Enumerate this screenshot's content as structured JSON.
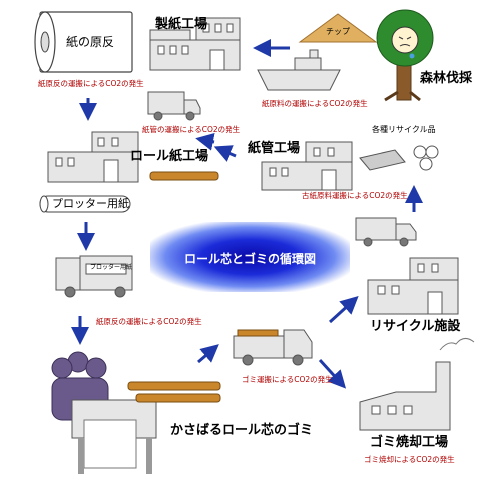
{
  "labels": {
    "paper_roll": "紙の原反",
    "paper_mill": "製紙工場",
    "forest": "森林伐採",
    "chip": "チップ",
    "co2_raw_roll": "紙原反の運搬によるCO2の発生",
    "co2_raw_material": "紙原料の運搬によるCO2の発生",
    "co2_pipe": "紙管の運搬によるCO2の発生",
    "roll_paper_factory": "ロール紙工場",
    "pipe_factory": "紙管工場",
    "recycled_goods": "各種リサイクル品",
    "co2_waste_paper": "古紙原料運搬によるCO2の発生",
    "plotter_paper": "プロッター用紙",
    "truck_plotter_sign": "プロッター用紙",
    "center_title": "ロール芯とゴミの循環図",
    "recycle_facility": "リサイクル施設",
    "co2_raw_roll_2": "紙原反の運搬によるCO2の発生",
    "bulky_core_trash": "かさばるロール芯のゴミ",
    "co2_garbage": "ゴミ運搬によるCO2の発生",
    "incineration_plant": "ゴミ焼却工場",
    "co2_incineration": "ゴミ焼却によるCO2の発生"
  },
  "colors": {
    "arrow": "#1f3aa8",
    "co2_text": "#b00000",
    "building_fill": "#e6e6e6",
    "tree_green": "#2e8b2e",
    "chip_fill": "#e0b060",
    "roll_core": "#c9862a"
  }
}
